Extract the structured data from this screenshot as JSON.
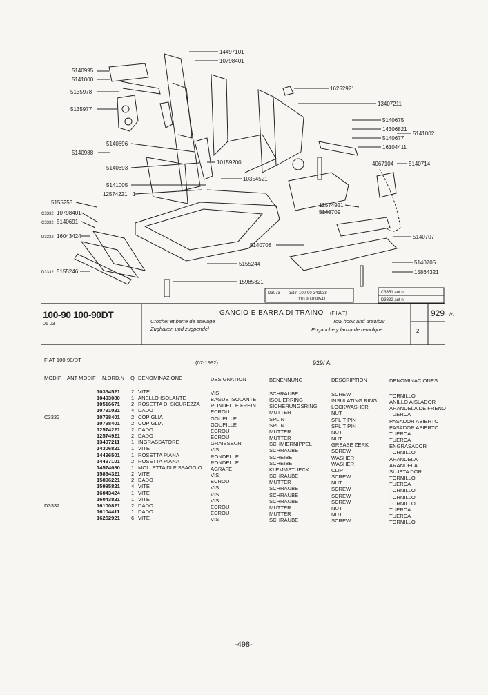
{
  "diagram": {
    "part_numbers": {
      "p14497101": "14497101",
      "p10798401": "10798401",
      "p5140995": "5140995",
      "p5141000": "5141000",
      "p5135978": "5135978",
      "p5135977": "5135977",
      "p16252921": "16252921",
      "p13407211": "13407211",
      "p5140675": "5140675",
      "p14306821": "14306821",
      "p5140677": "5140677",
      "p16104411": "16104411",
      "p5141002": "5141002",
      "p5140696": "5140696",
      "p5140988": "5140988",
      "p10159200": "10159200",
      "p5140693": "5140693",
      "p4067104": "4067104",
      "p5140714": "5140714",
      "p5141005": "5141005",
      "p10354521": "10354521",
      "p12574221": "12574221",
      "p5155253": "5155253",
      "p10798401b": "10798401",
      "p5140691": "5140691",
      "p16043424": "16043424",
      "p12574921": "12574921",
      "p5140709": "5140709",
      "p5140707": "5140707",
      "p5140708": "5140708",
      "p5155244": "5155244",
      "p5155246": "5155246",
      "p5140705": "5140705",
      "p15864321": "15864321",
      "p15985821": "15985821"
    },
    "mod_tags": {
      "c3332a": "C3332",
      "c3332b": "C3332",
      "d3332a": "D3332",
      "d3332b": "D3332"
    },
    "refs1": {
      "code": "D3073",
      "l1": "aut n   100-90-341938",
      "l2": "110 90-038541"
    },
    "refs2": {
      "l1": "C3351   aut n",
      "l2": "D3332   aut n"
    }
  },
  "header": {
    "models": "100-90 100-90DT",
    "models_sub": "01 03",
    "title": "GANCIO E BARRA DI TRAINO",
    "brand": "(F I A T)",
    "fr": "Crochet et barre de attelage",
    "de": "Zughaken und zugpendel",
    "en": "Tow hook and drawbar",
    "es": "Enganche y lanza de remolque",
    "table_no": "929",
    "table_suffix": "/A",
    "qty": "2"
  },
  "parts": {
    "model": "FIAT 100-90/DT",
    "date": "(07-1992)",
    "table": "929/ A",
    "columns": {
      "modif": "MODIF",
      "ant_modif": "ANT MODIF",
      "n_ordn": "N.ORD.N",
      "q": "Q",
      "denominazione": "DENOMINAZIONE",
      "designation": "DESIGNATION",
      "benennung": "BENENNUNG",
      "description": "DESCRIPTION",
      "denominaciones": "DENOMINACIONES"
    },
    "modif_col": "\n\n\n\nC3332\n\n\n\n\n\n\n\n\n\n\n\n\n\nD3332",
    "numbers_col": "10354521\n10403080\n10516671\n10791021\n10798401\n10798401\n12574221\n12574921\n13407211\n14306821\n14496501\n14497101\n14574080\n15864321\n15896221\n15985821\n16043424\n16043821\n16100821\n16104411\n16252921",
    "qty_col": "2\n1\n2\n4\n2\n2\n2\n2\n1\n1\n1\n2\n1\n2\n2\n4\n1\n1\n2\n1\n6",
    "it_col": "VITE\nANELLO ISOLANTE\nROSETTA DI SICUREZZA\nDADO\nCOPIGLIA\nCOPIGLIA\nDADO\nDADO\nINGRASSATORE\nVITE\nROSETTA PIANA\nROSETTA PIANA\nMOLLETTA DI FISSAGGIO\nVITE\nDADO\nVITE\nVITE\nVITE\nDADO\nDADO\nVITE",
    "fr_col": "VIS\nBAGUE ISOLANTE\nRONDELLE FREIN\nECROU\nGOUPILLE\nGOUPILLE\nECROU\nECROU\nGRAISSEUR\nVIS\nRONDELLE\nRONDELLE\nAGRAFE\nVIS\nECROU\nVIS\nVIS\nVIS\nECROU\nECROU\nVIS",
    "de_col": "SCHRAUBE\nISOLIERRING\nSICHERUNGSRING\nMUTTER\nSPLINT\nSPLINT\nMUTTER\nMUTTER\nSCHMIERNIPPEL\nSCHRAUBE\nSCHEIBE\nSCHEIBE\nKLEMMSTUECK\nSCHRAUBE\nMUTTER\nSCHRAUBE\nSCHRAUBE\nSCHRAUBE\nMUTTER\nMUTTER\nSCHRAUBE",
    "en_col": "SCREW\nINSULATING RING\nLOCKWASHER\nNUT\nSPLIT PIN\nSPLIT PIN\nNUT\nNUT\nGREASE ZERK\nSCREW\nWASHER\nWASHER\nCLIP\nSCREW\nNUT\nSCREW\nSCREW\nSCREW\nNUT\nNUT\nSCREW",
    "es_col": "TORNILLO\nANILLO AISLADOR\nARANDELA DE FRENO\nTUERCA\nPASADOR ABIERTO\nPASADOR ABIERTO\nTUERCA\nTUERCA\nENGRASADOR\nTORNILLO\nARANDELA\nARANDELA\nSUJETA DOR\nTORNILLO\nTUERCA\nTORNILLO\nTORNILLO\nTORNILLO\nTUERCA\nTUERCA\nTORNILLO"
  },
  "footer": {
    "page": "-498-"
  }
}
